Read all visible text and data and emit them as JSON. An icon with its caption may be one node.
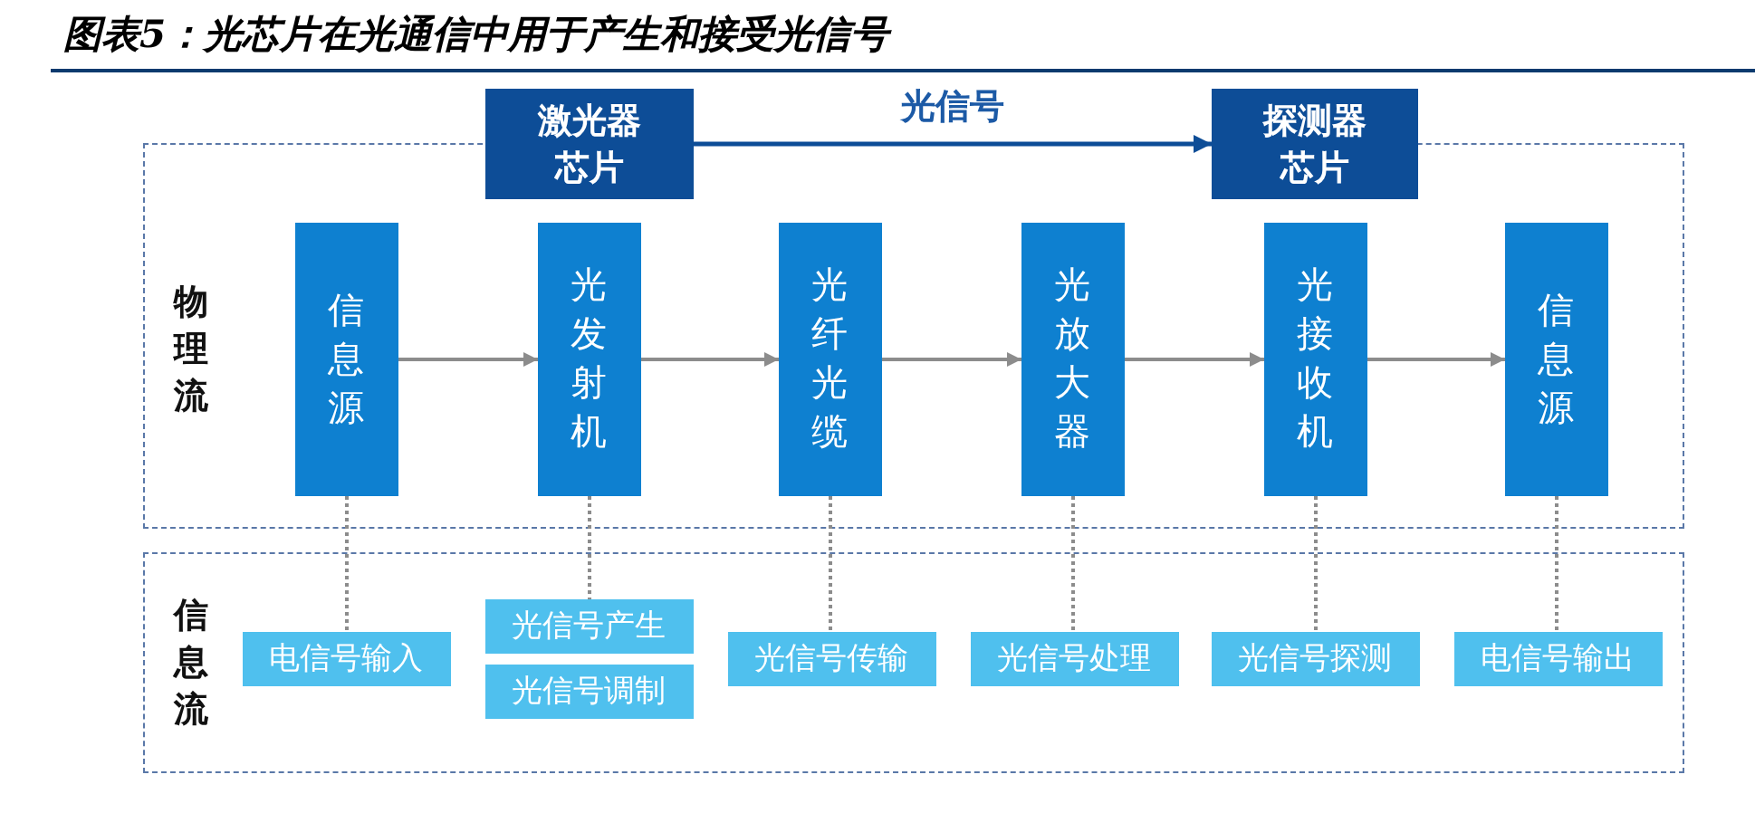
{
  "diagram": {
    "title": "图表5：光芯片在光通信中用于产生和接受光信号",
    "nodes": [
      {
        "text": [
          "激光器芯片"
        ]
      },
      {
        "text": [
          "探测器芯片"
        ]
      },
      {
        "text": [
          "物理流"
        ]
      },
      {
        "text": [
          "信息源"
        ],
        "in": 2
      },
      {
        "text": [
          "光发射机"
        ],
        "in": 2
      },
      {
        "text": [
          "光纤光缆"
        ],
        "in": 2
      },
      {
        "text": [
          "光放大器"
        ],
        "in": 2
      },
      {
        "text": [
          "光接收机"
        ],
        "in": 2
      },
      {
        "text": [
          "信息源"
        ],
        "in": 2
      },
      {
        "text": [
          "信息流"
        ]
      },
      {
        "text": [
          "电信号输入"
        ],
        "in": 9
      },
      {
        "text": [
          "光信号产生"
        ],
        "in": 9
      },
      {
        "text": [
          "光信号调制"
        ],
        "in": 9
      },
      {
        "text": [
          "光信号传输"
        ],
        "in": 9
      },
      {
        "text": [
          "光信号处理"
        ],
        "in": 9
      },
      {
        "text": [
          "光信号探测"
        ],
        "in": 9
      },
      {
        "text": [
          "电信号输出"
        ],
        "in": 9
      }
    ],
    "edges": [
      {
        "from": 0,
        "to": 1,
        "arrow": "to",
        "label": "光信号",
        "color": "#0d4d97"
      },
      {
        "from": 3,
        "to": 4,
        "arrow": "to"
      },
      {
        "from": 4,
        "to": 5,
        "arrow": "to"
      },
      {
        "from": 5,
        "to": 6,
        "arrow": "to"
      },
      {
        "from": 6,
        "to": 7,
        "arrow": "to"
      },
      {
        "from": 7,
        "to": 8,
        "arrow": "to"
      },
      {
        "from": 3,
        "to": 10,
        "arrow": "none",
        "style": "dashed"
      },
      {
        "from": 4,
        "to": 11,
        "arrow": "none",
        "style": "dashed"
      },
      {
        "from": 5,
        "to": 13,
        "arrow": "none",
        "style": "dashed"
      },
      {
        "from": 6,
        "to": 14,
        "arrow": "none",
        "style": "dashed"
      },
      {
        "from": 7,
        "to": 15,
        "arrow": "none",
        "style": "dashed"
      },
      {
        "from": 8,
        "to": 16,
        "arrow": "none",
        "style": "dashed"
      }
    ]
  }
}
